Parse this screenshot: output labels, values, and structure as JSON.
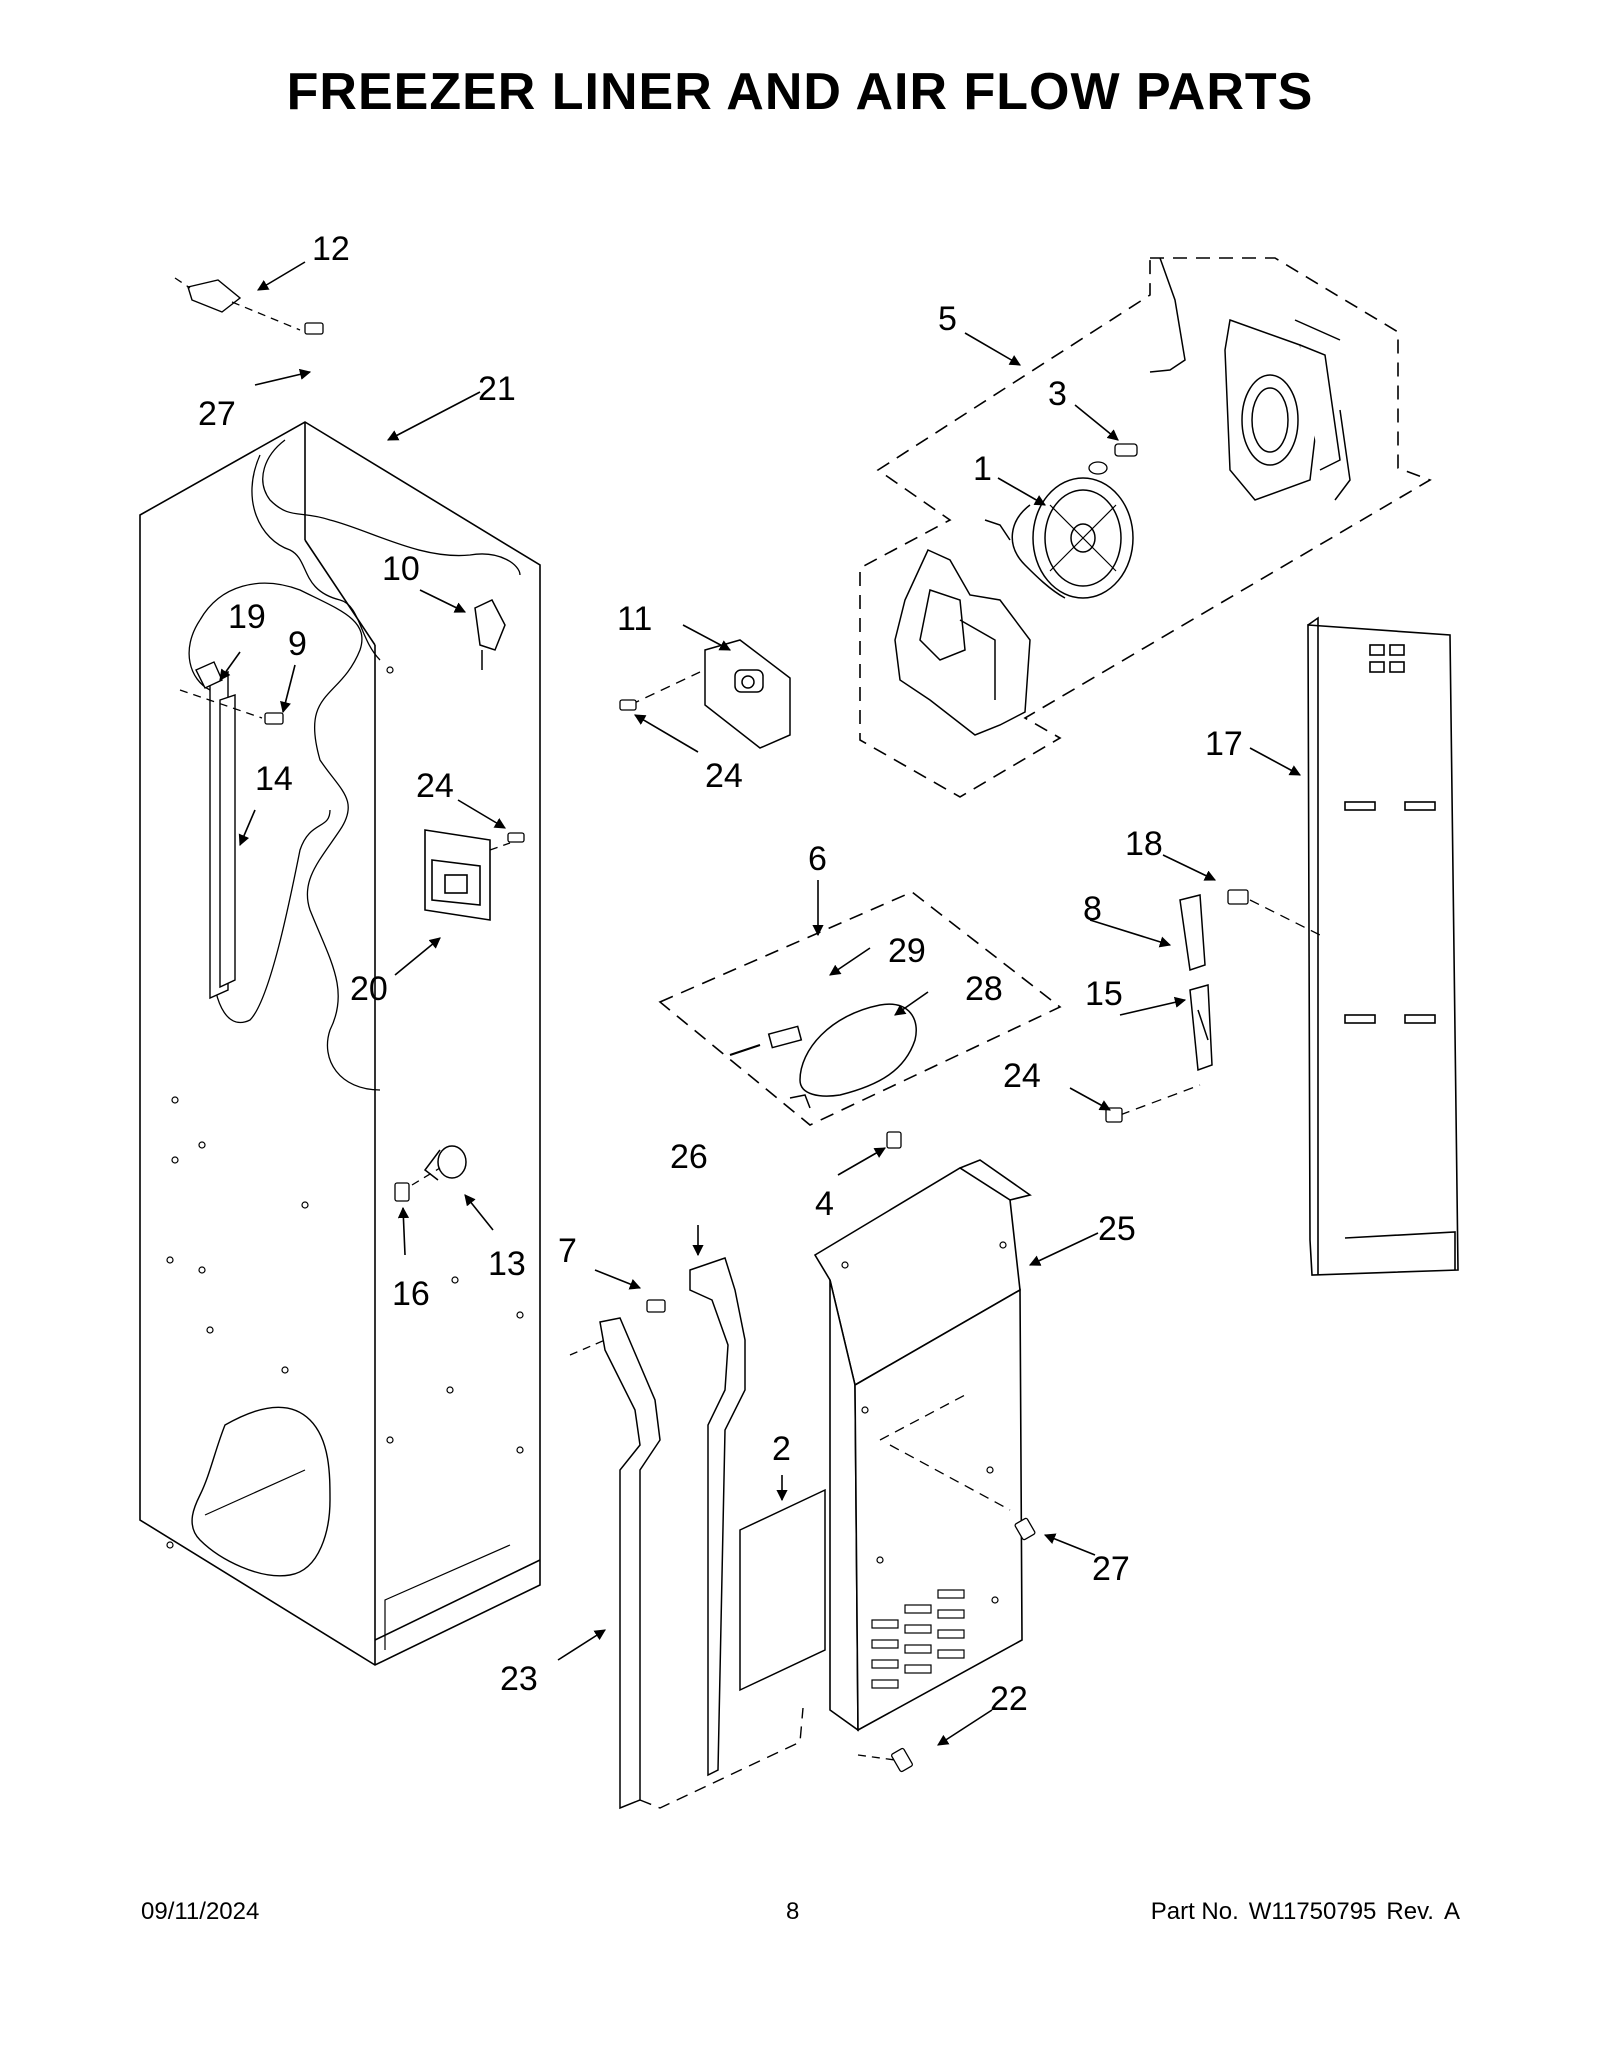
{
  "page": {
    "title": "FREEZER LINER AND AIR FLOW PARTS",
    "date": "09/11/2024",
    "page_number": "8",
    "part_no_label": "Part No.",
    "part_no": "W11750795",
    "rev_label": "Rev.",
    "rev": "A"
  },
  "callouts": {
    "c1": "1",
    "c2": "2",
    "c3": "3",
    "c4": "4",
    "c5": "5",
    "c6": "6",
    "c7": "7",
    "c8": "8",
    "c9": "9",
    "c10": "10",
    "c11": "11",
    "c12": "12",
    "c13": "13",
    "c14": "14",
    "c15": "15",
    "c16": "16",
    "c17": "17",
    "c18": "18",
    "c19": "19",
    "c20": "20",
    "c21": "21",
    "c22": "22",
    "c23": "23",
    "c24a": "24",
    "c24b": "24",
    "c24c": "24",
    "c25": "25",
    "c26": "26",
    "c27a": "27",
    "c27b": "27",
    "c28": "28",
    "c29": "29"
  }
}
